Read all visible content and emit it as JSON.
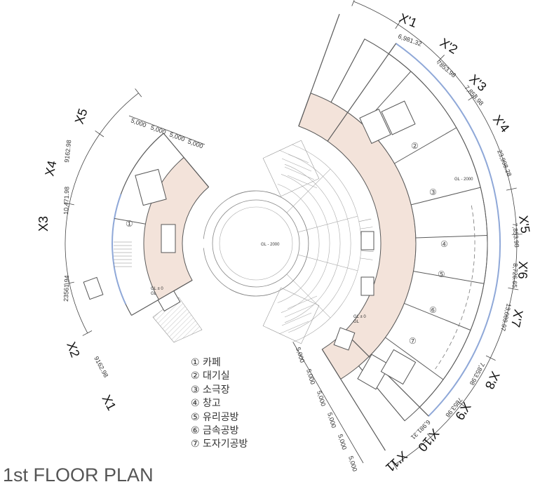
{
  "title": "1st FLOOR PLAN",
  "legend": [
    "① 카페",
    "② 대기실",
    "③ 소극장",
    "④ 창고",
    "⑤ 유리공방",
    "⑥ 금속공방",
    "⑦ 도자기공방"
  ],
  "colors": {
    "corridor_fill": "#f3e3da",
    "wall_stroke": "#5a5a5a",
    "glazing": "#8fa8d8"
  },
  "left_wing": {
    "axes": [
      "X1",
      "X2",
      "X3",
      "X4",
      "X5"
    ],
    "radial_dims": [
      "9162.98",
      "23561.94",
      "10,471.98",
      "9162.98"
    ],
    "top_dims": [
      "5,000",
      "5,000",
      "5,000",
      "5,000"
    ],
    "room_number": "①",
    "level": "GL ± 0",
    "level_sub": "GL"
  },
  "center": {
    "level": "GL - 2000"
  },
  "right_wing": {
    "axes": [
      "X'1",
      "X'2",
      "X'3",
      "X'4",
      "X'5",
      "X'6",
      "X'7",
      "X'8",
      "X'9",
      "X'10",
      "X'11"
    ],
    "radial_dims": [
      "6,981.32",
      "7853.98",
      "7,853.98",
      "23,998.28",
      "7,853.98",
      "8,726.65",
      "13,089.97",
      "7,853.98",
      "7853.98",
      "6,981.31"
    ],
    "bottom_dims": [
      "5,000",
      "5,000",
      "5,000",
      "5,000",
      "5,000",
      "5,000"
    ],
    "room_numbers": [
      "②",
      "③",
      "④",
      "⑤",
      "⑥",
      "⑦"
    ],
    "theatre_level": "GL - 2000",
    "level": "GL ± 0",
    "level_sub": "GL"
  }
}
